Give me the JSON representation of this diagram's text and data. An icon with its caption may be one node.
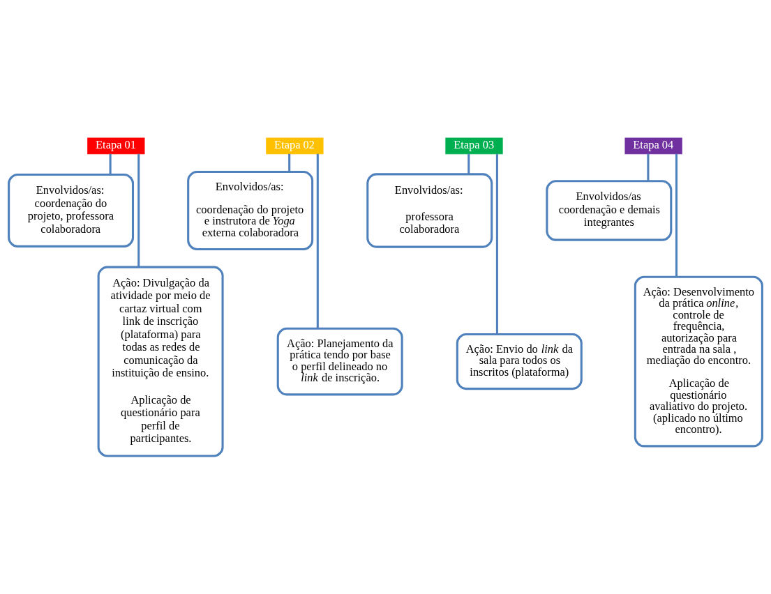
{
  "diagram": {
    "nodes": [
      {
        "text": [
          "Etapa 01"
        ]
      },
      {
        "text": [
          "Envolvidos/as: coordenação do projeto, professora colaboradora"
        ]
      },
      {
        "text": [
          "Ação: Divulgação da atividade por meio de cartaz virtual com link de inscrição (plataforma) para todas as redes de comunicação da instituição de ensino.",
          "Aplicação de questionário para perfil de participantes."
        ]
      },
      {
        "text": [
          "Etapa 02"
        ]
      },
      {
        "text": [
          "Envolvidos/as:",
          "coordenação do projeto e instrutora de *Yoga* externa colaboradora"
        ]
      },
      {
        "text": [
          "Ação: Planejamento da prática tendo por base o perfil delineado no *link* de inscrição."
        ]
      },
      {
        "text": [
          "Etapa 03"
        ]
      },
      {
        "text": [
          "Envolvidos/as:",
          "professora colaboradora"
        ]
      },
      {
        "text": [
          "Ação: Envio do *link* da sala para todos os inscritos (plataforma)"
        ]
      },
      {
        "text": [
          "Etapa 04"
        ]
      },
      {
        "text": [
          "Envolvidos/as coordenação e demais integrantes"
        ]
      },
      {
        "text": [
          "Ação: Desenvolvimento da prática *online*, controle de frequência, autorização para entrada na sala , mediação do encontro.",
          "Aplicação de questionário avaliativo do projeto. (aplicado no último encontro)."
        ]
      }
    ],
    "edges": [
      {
        "from": 0,
        "to": 1,
        "arrow": "none"
      },
      {
        "from": 0,
        "to": 2,
        "arrow": "none"
      },
      {
        "from": 3,
        "to": 4,
        "arrow": "none"
      },
      {
        "from": 3,
        "to": 5,
        "arrow": "none"
      },
      {
        "from": 6,
        "to": 7,
        "arrow": "none"
      },
      {
        "from": 6,
        "to": 8,
        "arrow": "none"
      },
      {
        "from": 9,
        "to": 10,
        "arrow": "none"
      },
      {
        "from": 9,
        "to": 11,
        "arrow": "none"
      }
    ]
  }
}
